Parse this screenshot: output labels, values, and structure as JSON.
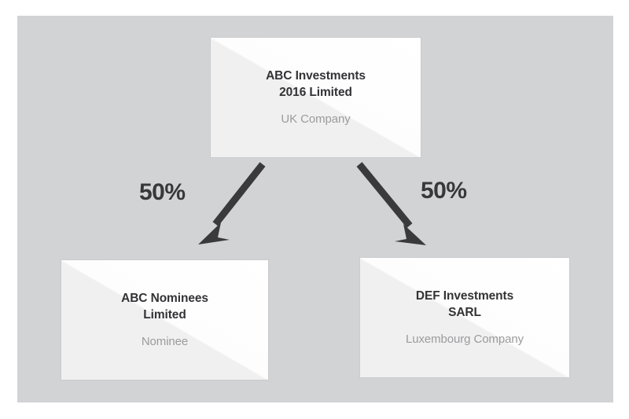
{
  "diagram": {
    "type": "ownership-structure",
    "background_color": "#d2d3d5",
    "page_color": "#ffffff",
    "title_color": "#333336",
    "subtitle_color": "#9b9b9e",
    "arrow_color": "#3a3a3d",
    "box_fill_light": "#ffffff",
    "box_fill_shade": "#f0f0f0"
  },
  "nodes": {
    "parent": {
      "title": "ABC Investments\n2016 Limited",
      "title_line1": "ABC Investments",
      "title_line2": "2016 Limited",
      "subtitle": "UK Company"
    },
    "child_left": {
      "title": "ABC Nominees\nLimited",
      "title_line1": "ABC Nominees",
      "title_line2": "Limited",
      "subtitle": "Nominee"
    },
    "child_right": {
      "title": "DEF Investments\nSARL",
      "title_line1": "DEF Investments",
      "title_line2": "SARL",
      "subtitle": "Luxembourg Company"
    }
  },
  "edges": [
    {
      "id": "parent-to-child-left",
      "from": "parent",
      "to": "child_left",
      "label": "50%",
      "direction": "down-left"
    },
    {
      "id": "parent-to-child-right",
      "from": "parent",
      "to": "child_right",
      "label": "50%",
      "direction": "down-right"
    }
  ]
}
